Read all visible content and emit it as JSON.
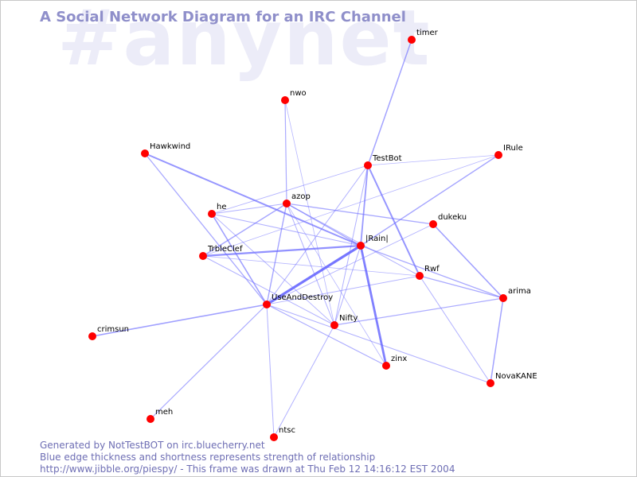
{
  "header": {
    "watermark": "#anynet",
    "title": "A Social Network Diagram for an IRC Channel"
  },
  "colors": {
    "node": "#ff0000",
    "edge": "#6b6bff",
    "title": "#8f8fca",
    "watermark": "#ececf8",
    "footer": "#6e6eb4"
  },
  "nodes": [
    {
      "id": "timer"
    },
    {
      "id": "nwo"
    },
    {
      "id": "Hawkwind"
    },
    {
      "id": "TestBot"
    },
    {
      "id": "IRule"
    },
    {
      "id": "he"
    },
    {
      "id": "azop"
    },
    {
      "id": "dukeku"
    },
    {
      "id": "|Rain|"
    },
    {
      "id": "TrbleClef"
    },
    {
      "id": "Rwf"
    },
    {
      "id": "arima"
    },
    {
      "id": "UseAndDestroy"
    },
    {
      "id": "Nifty"
    },
    {
      "id": "crimsun"
    },
    {
      "id": "zinx"
    },
    {
      "id": "NovaKANE"
    },
    {
      "id": "meh"
    },
    {
      "id": "ntsc"
    }
  ],
  "edges": [
    {
      "from": "timer",
      "to": "TestBot",
      "w": 1.5
    },
    {
      "from": "nwo",
      "to": "azop",
      "w": 1.2
    },
    {
      "from": "nwo",
      "to": "Nifty",
      "w": 0.8
    },
    {
      "from": "Hawkwind",
      "to": "|Rain|",
      "w": 2.0
    },
    {
      "from": "Hawkwind",
      "to": "UseAndDestroy",
      "w": 1.3
    },
    {
      "from": "TestBot",
      "to": "|Rain|",
      "w": 1.8
    },
    {
      "from": "TestBot",
      "to": "Rwf",
      "w": 2.0
    },
    {
      "from": "TestBot",
      "to": "IRule",
      "w": 0.8
    },
    {
      "from": "TestBot",
      "to": "he",
      "w": 0.9
    },
    {
      "from": "TestBot",
      "to": "UseAndDestroy",
      "w": 1.0
    },
    {
      "from": "TestBot",
      "to": "Nifty",
      "w": 1.0
    },
    {
      "from": "IRule",
      "to": "|Rain|",
      "w": 1.4
    },
    {
      "from": "IRule",
      "to": "TrbleClef",
      "w": 0.8
    },
    {
      "from": "he",
      "to": "azop",
      "w": 1.0
    },
    {
      "from": "he",
      "to": "|Rain|",
      "w": 1.0
    },
    {
      "from": "he",
      "to": "UseAndDestroy",
      "w": 1.6
    },
    {
      "from": "he",
      "to": "Nifty",
      "w": 0.9
    },
    {
      "from": "azop",
      "to": "TrbleClef",
      "w": 1.4
    },
    {
      "from": "azop",
      "to": "dukeku",
      "w": 1.3
    },
    {
      "from": "azop",
      "to": "|Rain|",
      "w": 1.3
    },
    {
      "from": "azop",
      "to": "Rwf",
      "w": 1.0
    },
    {
      "from": "azop",
      "to": "UseAndDestroy",
      "w": 1.4
    },
    {
      "from": "azop",
      "to": "Nifty",
      "w": 1.0
    },
    {
      "from": "azop",
      "to": "zinx",
      "w": 0.8
    },
    {
      "from": "dukeku",
      "to": "arima",
      "w": 1.6
    },
    {
      "from": "dukeku",
      "to": "UseAndDestroy",
      "w": 0.9
    },
    {
      "from": "|Rain|",
      "to": "TrbleClef",
      "w": 2.2
    },
    {
      "from": "|Rain|",
      "to": "UseAndDestroy",
      "w": 3.2
    },
    {
      "from": "|Rain|",
      "to": "zinx",
      "w": 2.8
    },
    {
      "from": "|Rain|",
      "to": "Nifty",
      "w": 1.0
    },
    {
      "from": "|Rain|",
      "to": "arima",
      "w": 1.3
    },
    {
      "from": "TrbleClef",
      "to": "Nifty",
      "w": 1.0
    },
    {
      "from": "TrbleClef",
      "to": "Rwf",
      "w": 0.8
    },
    {
      "from": "Rwf",
      "to": "arima",
      "w": 1.3
    },
    {
      "from": "Rwf",
      "to": "NovaKANE",
      "w": 1.0
    },
    {
      "from": "Rwf",
      "to": "UseAndDestroy",
      "w": 0.9
    },
    {
      "from": "arima",
      "to": "NovaKANE",
      "w": 1.5
    },
    {
      "from": "arima",
      "to": "Nifty",
      "w": 1.2
    },
    {
      "from": "UseAndDestroy",
      "to": "crimsun",
      "w": 1.6
    },
    {
      "from": "UseAndDestroy",
      "to": "meh",
      "w": 1.2
    },
    {
      "from": "UseAndDestroy",
      "to": "ntsc",
      "w": 1.0
    },
    {
      "from": "UseAndDestroy",
      "to": "zinx",
      "w": 1.2
    },
    {
      "from": "UseAndDestroy",
      "to": "NovaKANE",
      "w": 1.0
    },
    {
      "from": "Nifty",
      "to": "ntsc",
      "w": 1.0
    }
  ],
  "footer": {
    "line1": "Generated by NotTestBOT on irc.bluecherry.net",
    "line2": "Blue edge thickness and shortness represents strength of relationship",
    "line3": "http://www.jibble.org/piespy/ - This frame was drawn at Thu Feb 12 14:16:12 EST 2004"
  }
}
